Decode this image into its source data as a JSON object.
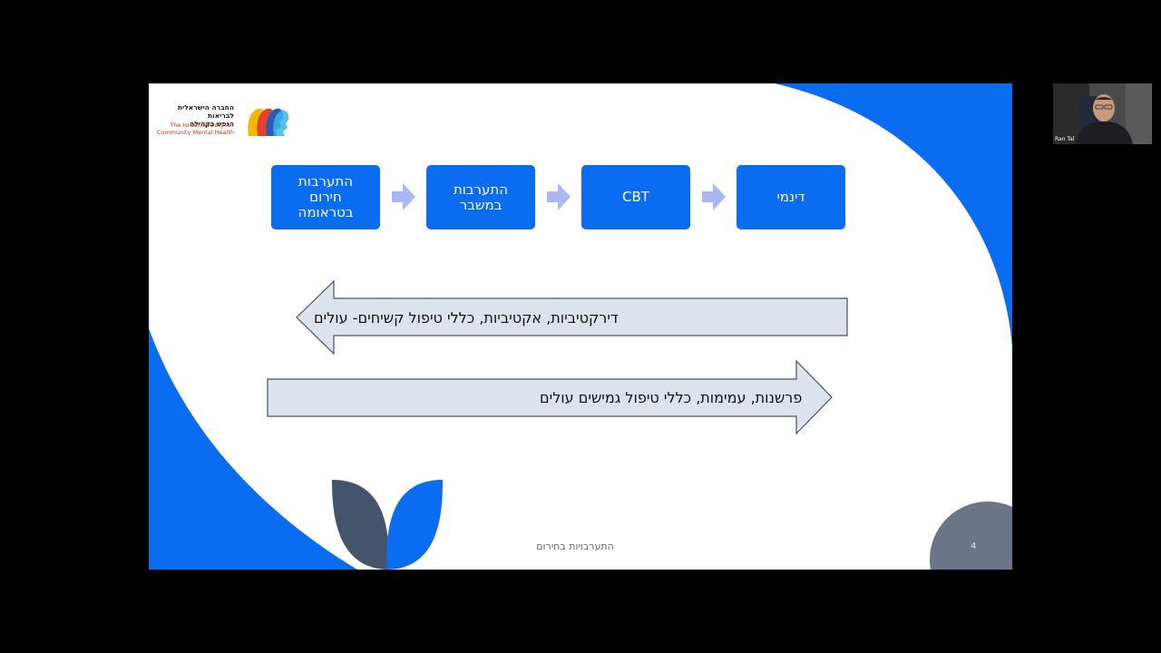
{
  "logo": {
    "hebrew_line1": "החברה הישראלית לבריאות",
    "hebrew_line2": "הנפש בקהילה",
    "english_line1": "The Israeli Society for",
    "english_line2": "Community Mental Health"
  },
  "steps": [
    {
      "label": "דינמי"
    },
    {
      "label": "CBT"
    },
    {
      "label": "התערבות\nבמשבר"
    },
    {
      "label": "התערבות\nחירום\nבטראומה"
    }
  ],
  "arrows": {
    "left_arrow_text": "דירקטיביות, אקטיביות, כללי טיפול קשיחים- עולים",
    "right_arrow_text": "פרשנות, עמימות, כללי טיפול גמישים עולים"
  },
  "footer": {
    "title": "התערבויות בחירום",
    "page_number": "4"
  },
  "webcam": {
    "participant_name": "Ran Tal"
  },
  "colors": {
    "brand_blue": "#0a6cf1",
    "step_blue": "#0a6cf1",
    "chevron": "#a9b7f5",
    "arrow_fill": "#dde3ea",
    "leaf_dark": "#44546a",
    "page_circle": "#6b7588"
  }
}
